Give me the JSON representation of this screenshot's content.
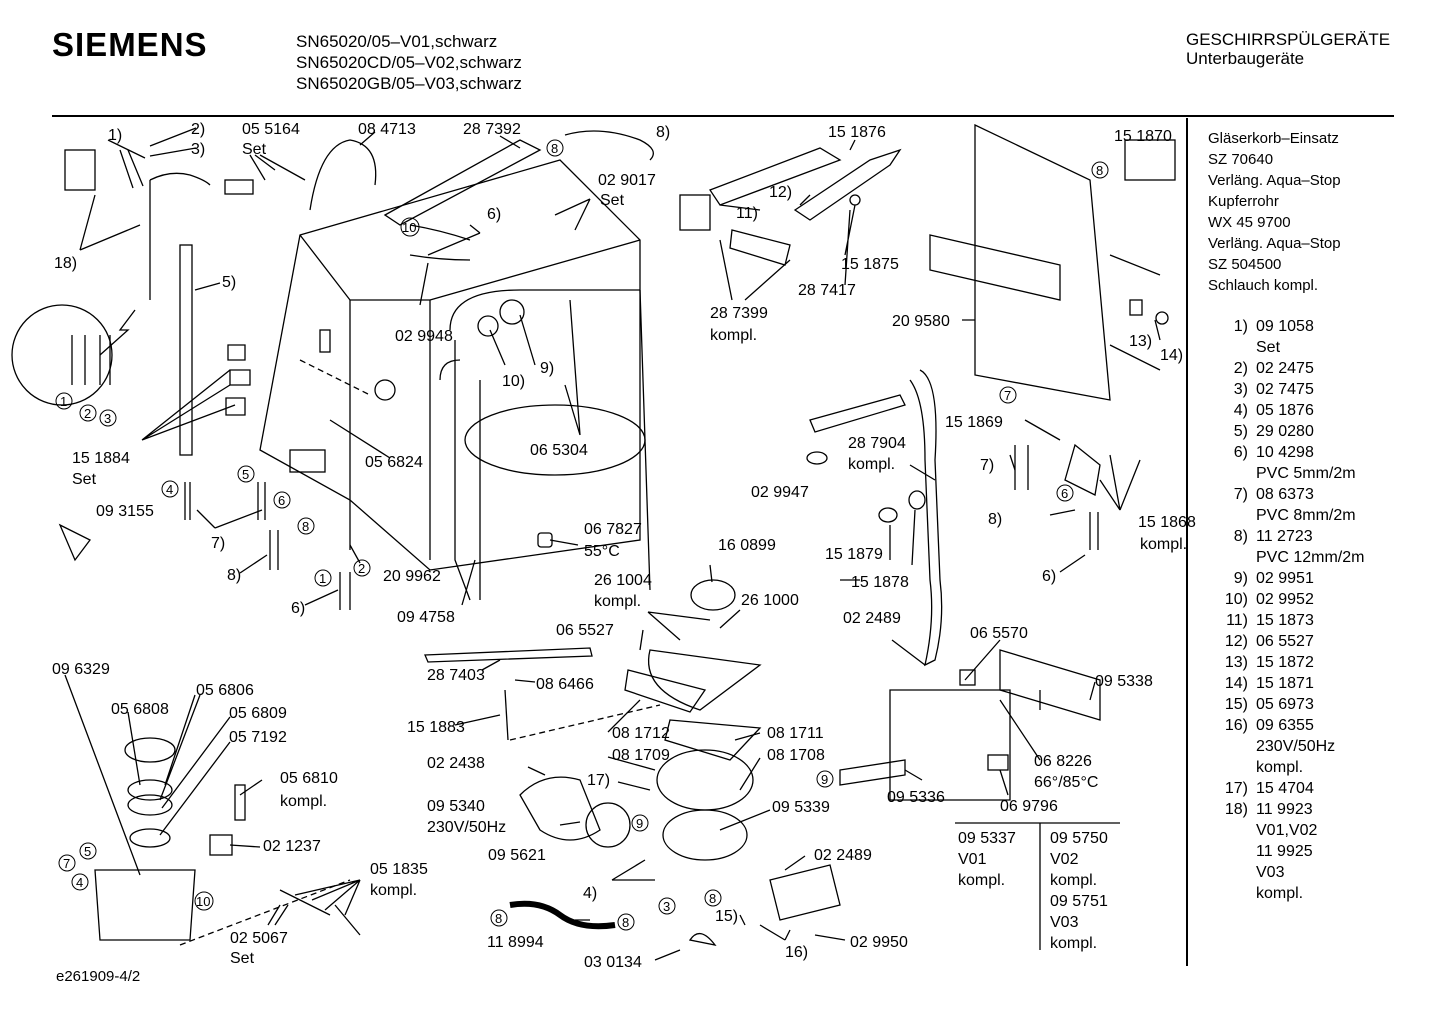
{
  "header": {
    "brand": "SIEMENS",
    "models": [
      "SN65020/05–V01,schwarz",
      "SN65020CD/05–V02,schwarz",
      "SN65020GB/05–V03,schwarz"
    ],
    "category": "GESCHIRRSPÜLGERÄTE",
    "subcategory": "Unterbaugeräte"
  },
  "accessories": [
    "Gläserkorb–Einsatz",
    "SZ 70640",
    "Verläng. Aqua–Stop",
    "Kupferrohr",
    "WX 45 9700",
    "Verläng. Aqua–Stop",
    "SZ 504500",
    "Schlauch kompl."
  ],
  "parts_list": [
    {
      "n": "1)",
      "lines": [
        "09 1058",
        "Set"
      ]
    },
    {
      "n": "2)",
      "lines": [
        "02 2475"
      ]
    },
    {
      "n": "3)",
      "lines": [
        "02 7475"
      ]
    },
    {
      "n": "4)",
      "lines": [
        "05 1876"
      ]
    },
    {
      "n": "5)",
      "lines": [
        "29 0280"
      ]
    },
    {
      "n": "6)",
      "lines": [
        "10 4298",
        "PVC 5mm/2m"
      ]
    },
    {
      "n": "7)",
      "lines": [
        "08 6373",
        "PVC 8mm/2m"
      ]
    },
    {
      "n": "8)",
      "lines": [
        "11 2723",
        "PVC 12mm/2m"
      ]
    },
    {
      "n": "9)",
      "lines": [
        "02 9951"
      ]
    },
    {
      "n": "10)",
      "lines": [
        "02 9952"
      ]
    },
    {
      "n": "11)",
      "lines": [
        "15 1873"
      ]
    },
    {
      "n": "12)",
      "lines": [
        "06 5527"
      ]
    },
    {
      "n": "13)",
      "lines": [
        "15 1872"
      ]
    },
    {
      "n": "14)",
      "lines": [
        "15 1871"
      ]
    },
    {
      "n": "15)",
      "lines": [
        "05 6973"
      ]
    },
    {
      "n": "16)",
      "lines": [
        "09 6355",
        "230V/50Hz",
        "kompl."
      ]
    },
    {
      "n": "17)",
      "lines": [
        "15 4704"
      ]
    },
    {
      "n": "18)",
      "lines": [
        "11 9923",
        "V01,V02",
        "11 9925",
        "V03",
        "kompl."
      ]
    }
  ],
  "callouts": {
    "c1": "1)",
    "c2": "2)",
    "c3": "3)",
    "c18": "18)",
    "c5": "5)",
    "set_a": "05 5164",
    "set_a2": "Set",
    "p084713": "08 4713",
    "p287392": "28 7392",
    "c8a": "8)",
    "p151876": "15 1876",
    "p151870": "15 1870",
    "p029017": "02 9017",
    "set_b": "Set",
    "c6a": "6)",
    "p029948": "02 9948",
    "c10a": "10)",
    "c9a": "9)",
    "p065304": "06 5304",
    "p056824": "05 6824",
    "p151884": "15 1884",
    "set_c": "Set",
    "p093155": "09 3155",
    "c7a": "7)",
    "c8b": "8)",
    "c6b": "6)",
    "p209962": "20 9962",
    "p094758": "09 4758",
    "p067827": "06 7827",
    "t55": "55°C",
    "c12": "12)",
    "c11": "11)",
    "p151875": "15 1875",
    "p287399": "28 7399",
    "kompl_a": "kompl.",
    "p287417": "28 7417",
    "p209580": "20 9580",
    "c13": "13)",
    "c14": "14)",
    "p151869": "15 1869",
    "c7b": "7)",
    "c8c": "8)",
    "p151868": "15 1868",
    "kompl_b": "kompl.",
    "c6c": "6)",
    "p287904": "28 7904",
    "kompl_c": "kompl.",
    "p029947": "02 9947",
    "p151879": "15 1879",
    "p151878": "15 1878",
    "p022489a": "02 2489",
    "p065570": "06 5570",
    "p095338": "09 5338",
    "p068226": "06 8226",
    "t66": "66°/85°C",
    "p069796": "06 9796",
    "p095336": "09 5336",
    "p160899": "16 0899",
    "p261004": "26 1004",
    "kompl_d": "kompl.",
    "p261000": "26 1000",
    "p065527": "06 5527",
    "p287403": "28 7403",
    "p086466": "08 6466",
    "p151883": "15 1883",
    "p081712": "08 1712",
    "p081711": "08 1711",
    "p081709": "08 1709",
    "p081708": "08 1708",
    "p022438": "02 2438",
    "c17": "17)",
    "p095340": "09 5340",
    "t230": "230V/50Hz",
    "p095339": "09 5339",
    "p095621": "09 5621",
    "c4a": "4)",
    "p022489b": "02 2489",
    "p118994": "11 8994",
    "p030134": "03 0134",
    "c15": "15)",
    "c16": "16)",
    "p029950": "02 9950",
    "p096329": "09 6329",
    "p056806": "05 6806",
    "p056808": "05 6808",
    "p056809": "05 6809",
    "p057192": "05 7192",
    "p056810": "05 6810",
    "kompl_e": "kompl.",
    "p021237": "02 1237",
    "p051835": "05 1835",
    "kompl_f": "kompl.",
    "p025067": "02 5067",
    "set_d": "Set"
  },
  "variant_table": {
    "left": [
      "09 5337",
      "V01",
      "kompl."
    ],
    "right": [
      "09 5750",
      "V02",
      "kompl.",
      "09 5751",
      "V03",
      "kompl."
    ]
  },
  "circled": {
    "one": "1",
    "two": "2",
    "three": "3",
    "four": "4",
    "five": "5",
    "six": "6",
    "seven": "7",
    "eight": "8",
    "nine": "9",
    "ten": "10"
  },
  "footer": "e261909-4/2"
}
